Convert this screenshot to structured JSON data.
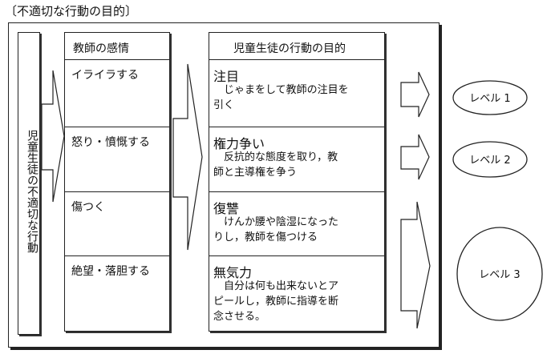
{
  "title": "〔不適切な行動の目的〕",
  "left_label": "児童生徒の不適切な行動",
  "emotions": {
    "header": "教師の感情",
    "items": [
      "イライラする",
      "怒り・憤慨する",
      "傷つく",
      "絶望・落胆する"
    ]
  },
  "goals": {
    "header": "児童生徒の行動の目的",
    "items": [
      {
        "heading": "注目",
        "desc": "　じゃまをして教師の注目を\n引く"
      },
      {
        "heading": "権力争い",
        "desc": "　反抗的な態度を取り，教\n師と主導権を争う"
      },
      {
        "heading": "復讐",
        "desc": "　けんか腰や陰湿になった\nりし，教師を傷つける"
      },
      {
        "heading": "無気力",
        "desc": "　自分は何も出来ないとア\nピールし，教師に指導を断\n念させる。"
      }
    ]
  },
  "levels": [
    "レベル 1",
    "レベル 2",
    "レベル 3"
  ]
}
